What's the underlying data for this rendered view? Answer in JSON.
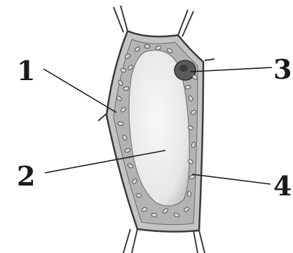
{
  "labels": [
    {
      "id": "cell-wall",
      "text": "1"
    },
    {
      "id": "vacuole",
      "text": "2"
    },
    {
      "id": "nucleus",
      "text": "3"
    },
    {
      "id": "chloroplasts",
      "text": "4"
    }
  ],
  "colors": {
    "background": "#ffffff",
    "cell_wall_stroke": "#3a3a3a",
    "cytoplasm_fill": "#b9b9b9",
    "vacuole_fill": "#eeeeee",
    "nucleus_fill": "#5a5a5a",
    "chloroplast_fill": "#d8d8d8",
    "leader_line": "#1a1a1a"
  }
}
